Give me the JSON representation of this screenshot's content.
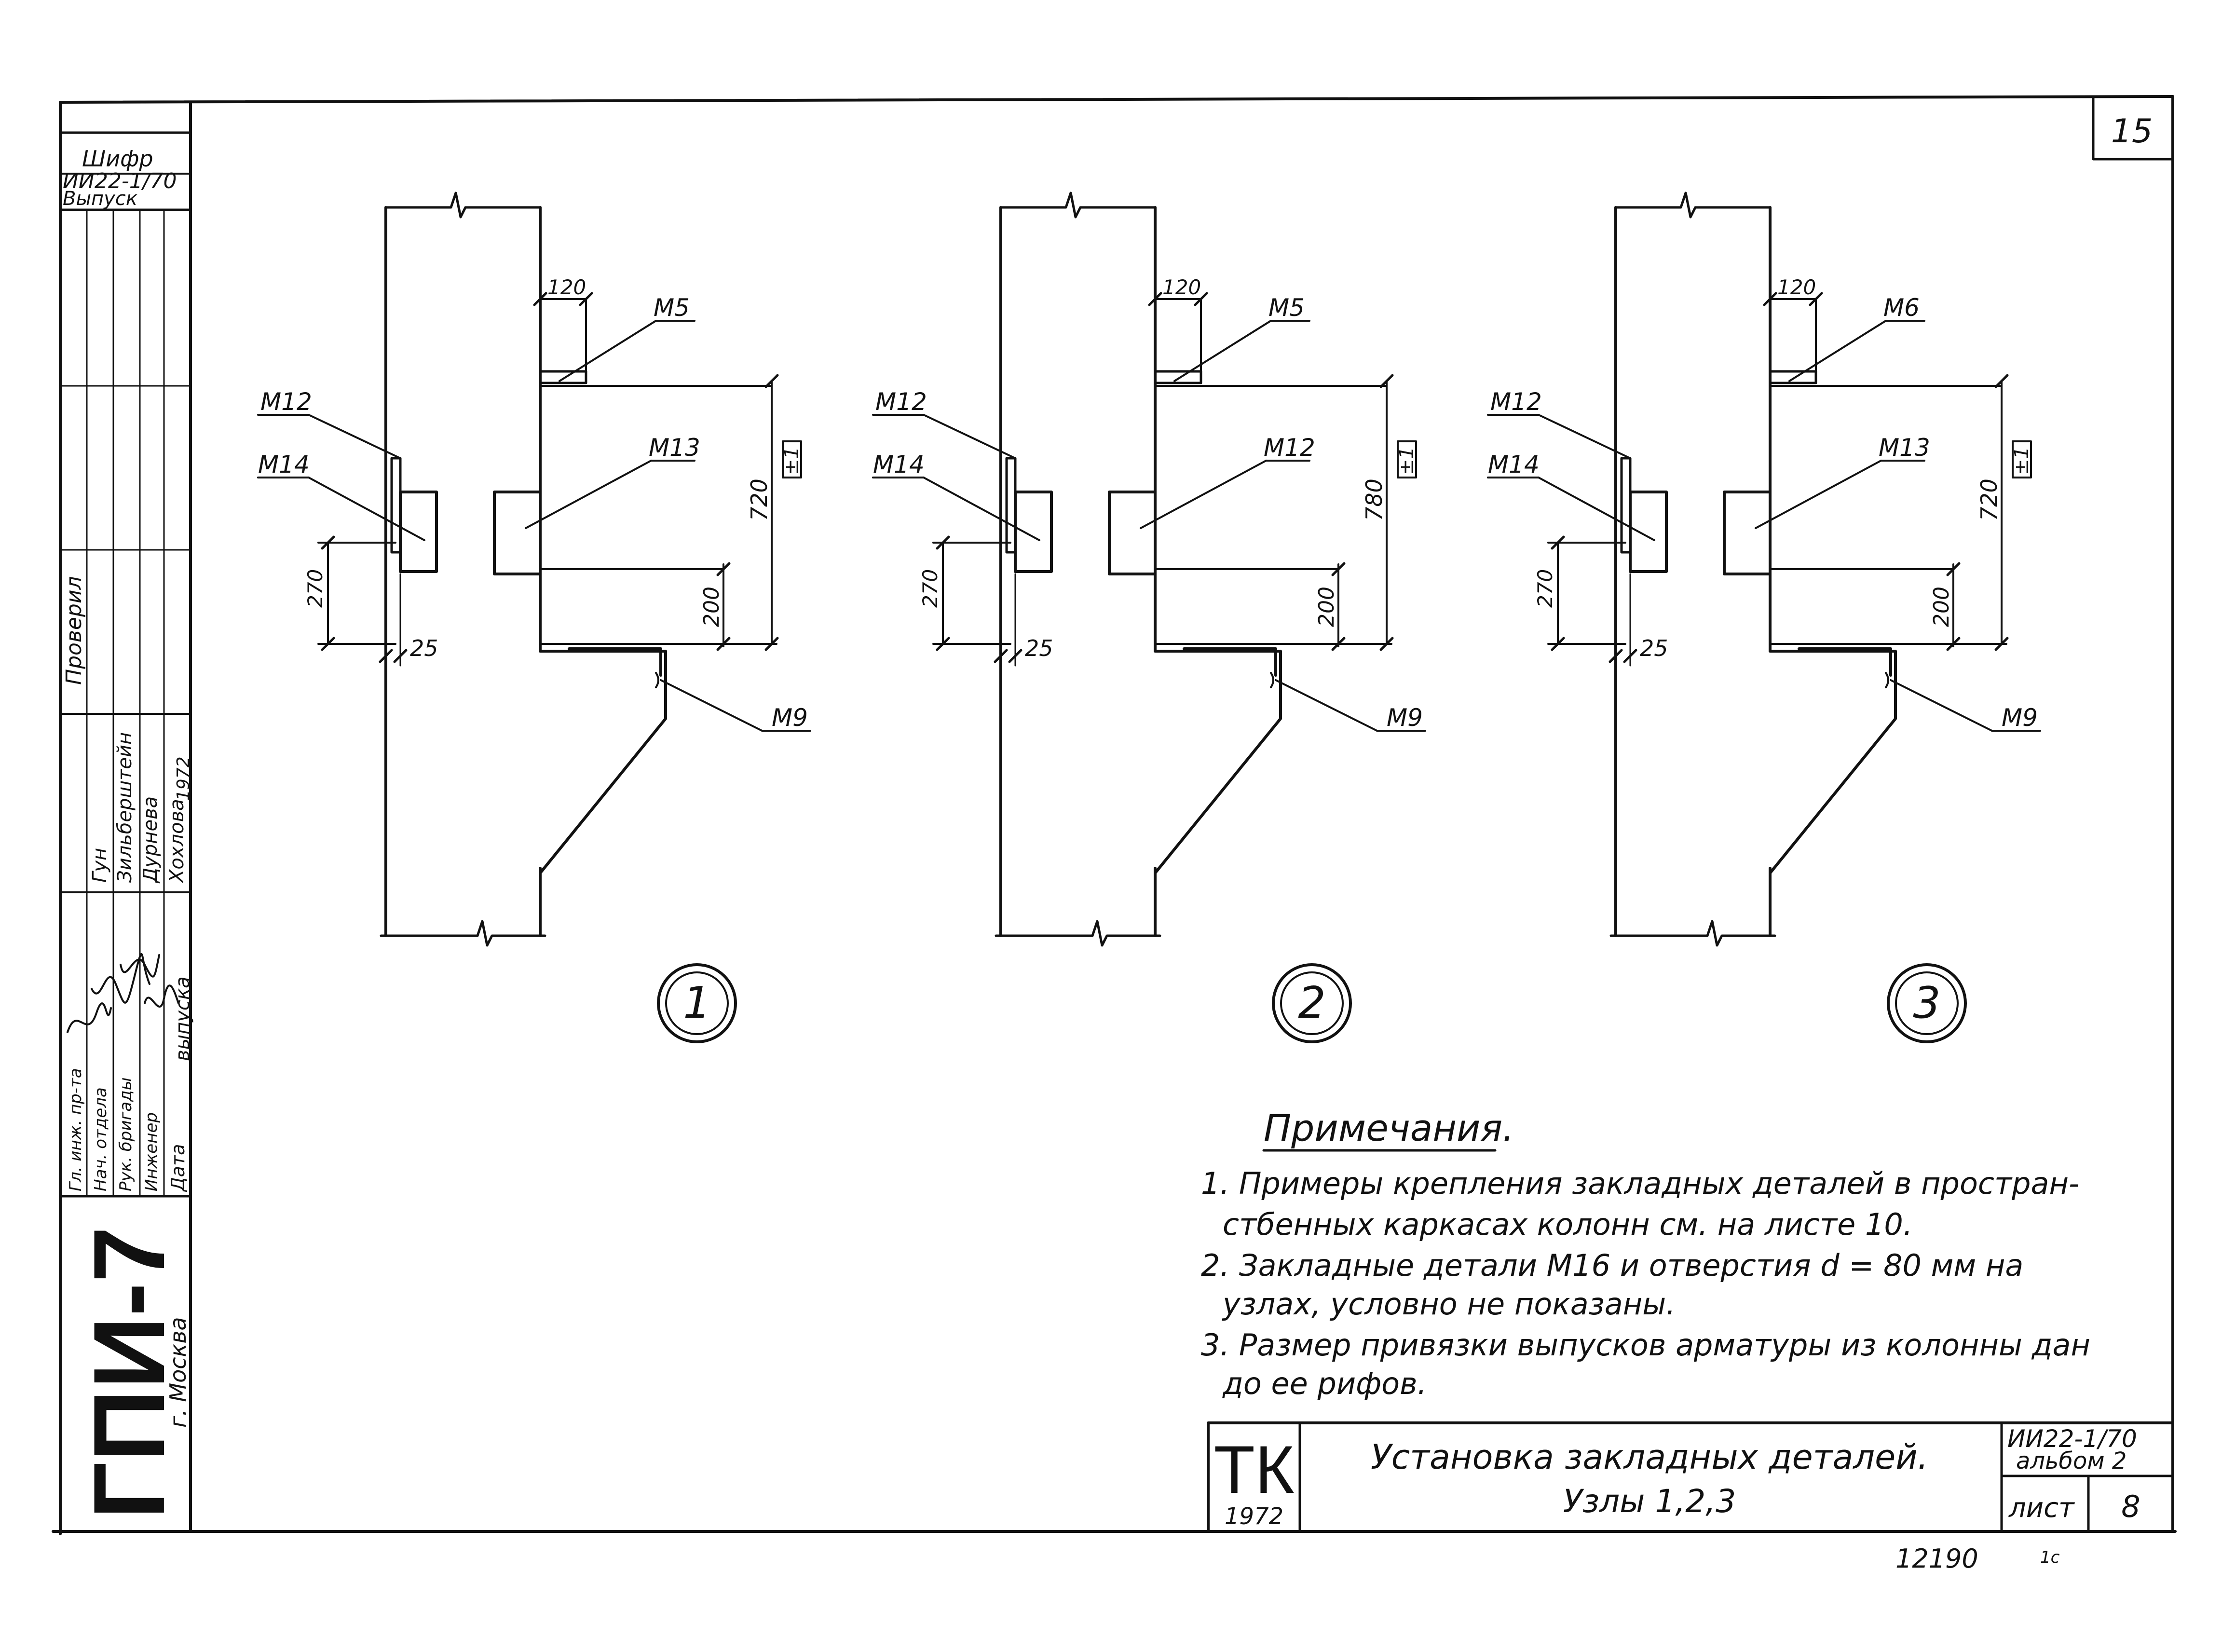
{
  "sheet_number": "15",
  "side_stamp": {
    "cipher_label": "Шифр",
    "cipher_value": "ИИ22-1/70",
    "issue_label": "Выпуск",
    "checked_label": "Проверил",
    "roles": [
      "Гл. инж. пр-та",
      "Нач. отдела",
      "Рук. бригады",
      "Инженер",
      "Дата"
    ],
    "names": [
      "Гун",
      "Зильберштейн",
      "Дурнева",
      "Хохлова",
      "1972"
    ],
    "issue_word": "выпуска",
    "org": "ГПИ-7",
    "city": "г. Москва"
  },
  "nodes": [
    {
      "number": "1",
      "labels": {
        "top_plate": "М5",
        "outer_plate": "М12",
        "inner_plate": "М14",
        "bracket": "М13",
        "rebar": "М9"
      },
      "dims": {
        "top_offset": "120",
        "height": "720",
        "tolerance": "±1",
        "lower": "200",
        "left_height": "270",
        "left_width": "25"
      }
    },
    {
      "number": "2",
      "labels": {
        "top_plate": "М5",
        "outer_plate": "М12",
        "inner_plate": "М14",
        "bracket": "М12",
        "rebar": "М9"
      },
      "dims": {
        "top_offset": "120",
        "height": "780",
        "tolerance": "±1",
        "lower": "200",
        "left_height": "270",
        "left_width": "25"
      }
    },
    {
      "number": "3",
      "labels": {
        "top_plate": "М6",
        "outer_plate": "М12",
        "inner_plate": "М14",
        "bracket": "М13",
        "rebar": "М9"
      },
      "dims": {
        "top_offset": "120",
        "height": "720",
        "tolerance": "±1",
        "lower": "200",
        "left_height": "270",
        "left_width": "25"
      }
    }
  ],
  "notes": {
    "heading": "Примечания.",
    "lines": [
      "1. Примеры крепления закладных деталей в простран-",
      "стбенных каркасах колонн см. на листе 10.",
      "2. Закладные детали М16 и отверстия d = 80 мм на",
      "узлах, условно не показаны.",
      "3. Размер привязки выпусков арматуры из колонны дан",
      "до ее рифов."
    ]
  },
  "title_block": {
    "mark": "ТК",
    "year": "1972",
    "title": "Установка закладных деталей.",
    "subtitle": "Узлы 1,2,3",
    "code": "ИИ22-1/70",
    "album": "альбом 2",
    "sheet_label": "лист",
    "sheet_value": "8"
  },
  "footer": {
    "number": "12190",
    "mark": "1с"
  }
}
